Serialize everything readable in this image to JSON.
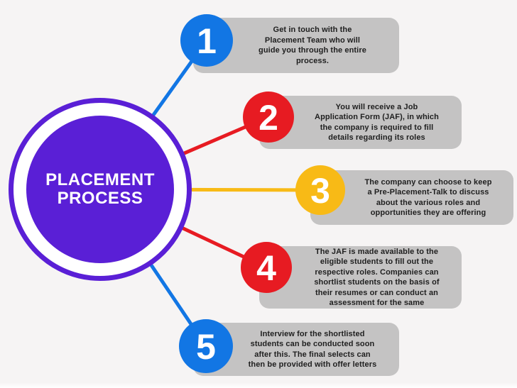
{
  "hub": {
    "label": "PLACEMENT\nPROCESS",
    "color": "#5a1fd6",
    "ring_gap_color": "#ffffff",
    "label_color": "#ffffff"
  },
  "steps": [
    {
      "number": "1",
      "color": "#1276e4",
      "text": "Get in touch with the\nPlacement Team who will\nguide you through the entire\nprocess."
    },
    {
      "number": "2",
      "color": "#e71b22",
      "text": "You will receive a Job\nApplication Form (JAF), in which\nthe company is required to fill\ndetails regarding its roles"
    },
    {
      "number": "3",
      "color": "#f8ba16",
      "text": "The company can choose to keep\na Pre-Placement-Talk to discuss\nabout the various roles and\nopportunities they are offering"
    },
    {
      "number": "4",
      "color": "#e71b22",
      "text": "The JAF is made available to the\neligible students to fill out the\nrespective roles. Companies can\nshortlist students on the basis of\ntheir resumes or can conduct an\nassessment for the same"
    },
    {
      "number": "5",
      "color": "#1276e4",
      "text": "Interview for the shortlisted\nstudents can be conducted soon\nafter this. The final selects can\nthen be provided with offer letters"
    }
  ],
  "colors": {
    "background": "#f6f4f4",
    "step_box": "#c4c3c3",
    "step_text": "#1f1f1f",
    "step_number_text": "#ffffff"
  }
}
